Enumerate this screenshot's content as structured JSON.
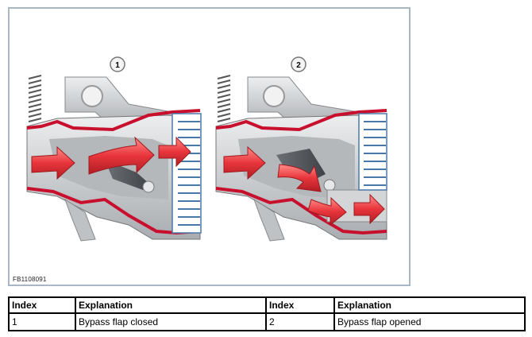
{
  "figure": {
    "code": "FB1108091",
    "callout_1": "1",
    "callout_2": "2"
  },
  "legend": {
    "headers": [
      "Index",
      "Explanation",
      "Index",
      "Explanation"
    ],
    "rows": [
      [
        "1",
        "Bypass flap closed",
        "2",
        "Bypass flap opened"
      ]
    ]
  },
  "colors": {
    "arrow": "#e8353c",
    "housing": "#c8102e",
    "metal": "#c9cbcd",
    "frame": "#a9b6c6"
  }
}
